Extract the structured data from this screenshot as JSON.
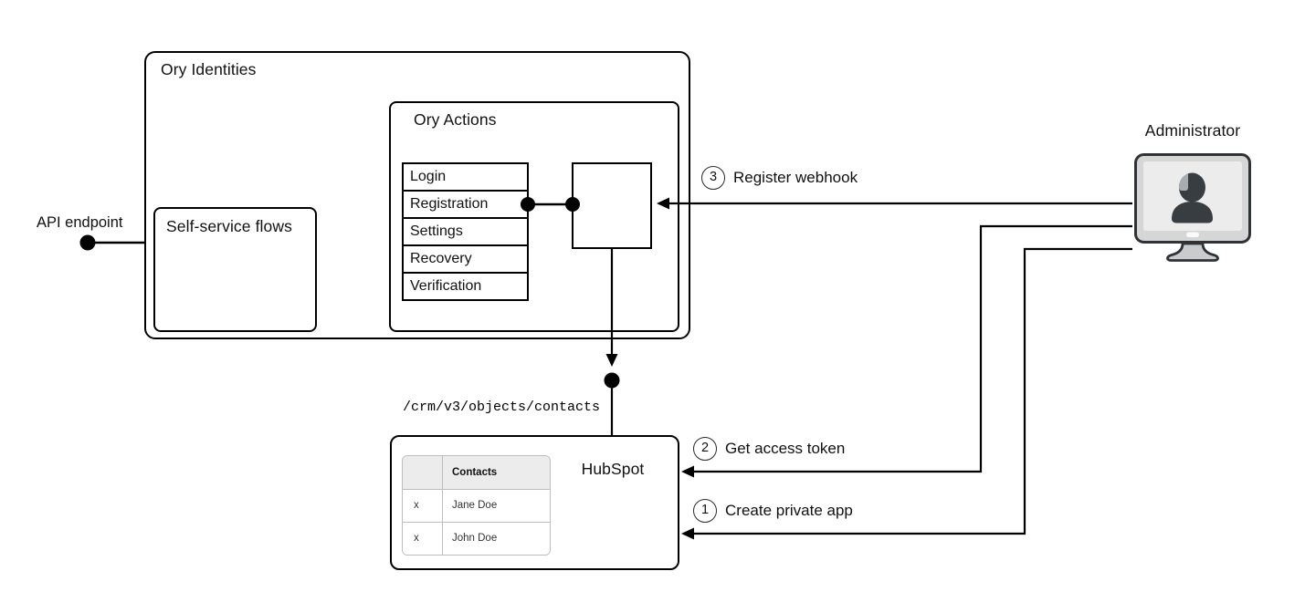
{
  "api_endpoint": {
    "label": "API endpoint"
  },
  "ory_identities": {
    "label": "Ory Identities"
  },
  "self_service_flows": {
    "label": "Self-service flows"
  },
  "ory_actions": {
    "label": "Ory Actions",
    "flow_hooks": [
      "Login",
      "Registration",
      "Settings",
      "Recovery",
      "Verification"
    ]
  },
  "hubspot": {
    "label": "HubSpot",
    "api_path": "/crm/v3/objects/contacts",
    "contacts_table": {
      "header_col1": "",
      "header_col2": "Contacts",
      "rows": [
        [
          "x",
          "Jane Doe"
        ],
        [
          "x",
          "John Doe"
        ]
      ]
    }
  },
  "administrator": {
    "label": "Administrator"
  },
  "steps": [
    {
      "number": "1",
      "label": "Create private app"
    },
    {
      "number": "2",
      "label": "Get access token"
    },
    {
      "number": "3",
      "label": "Register webhook"
    }
  ],
  "colors": {
    "line": "#000000",
    "box_border": "#000000",
    "contacts_header_bg": "#ececec",
    "contacts_border": "#bdbdbd",
    "monitor_frame": "#d6d6d6",
    "monitor_screen": "#ececec",
    "monitor_person": "#383d42",
    "monitor_stand": "#c9cbcd"
  }
}
